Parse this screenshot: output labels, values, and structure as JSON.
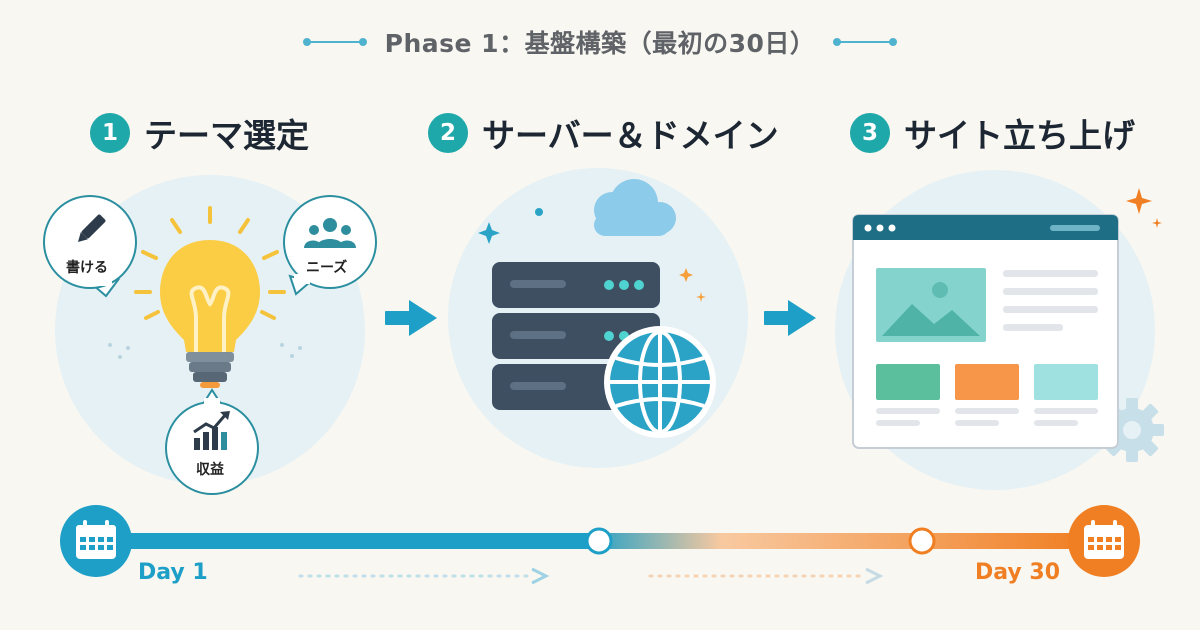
{
  "title": "Phase 1：基盤構築（最初の30日）",
  "steps": [
    {
      "number": "1",
      "label": "テーマ選定"
    },
    {
      "number": "2",
      "label": "サーバー＆ドメイン"
    },
    {
      "number": "3",
      "label": "サイト立ち上げ"
    }
  ],
  "theme_bubbles": {
    "write": "書ける",
    "needs": "ニーズ",
    "revenue": "収益"
  },
  "timeline": {
    "start_label": "Day 1",
    "end_label": "Day 30"
  },
  "colors": {
    "teal": "#1fa8a9",
    "blue": "#1d9fc7",
    "orange": "#f07e22",
    "navy": "#3e4f62",
    "bulb": "#fbcd45"
  },
  "icons": [
    "pencil-icon",
    "people-icon",
    "growth-chart-icon",
    "lightbulb-icon",
    "cloud-icon",
    "server-icon",
    "globe-icon",
    "browser-window-icon",
    "gear-icon",
    "calendar-icon",
    "arrow-right-icon"
  ]
}
